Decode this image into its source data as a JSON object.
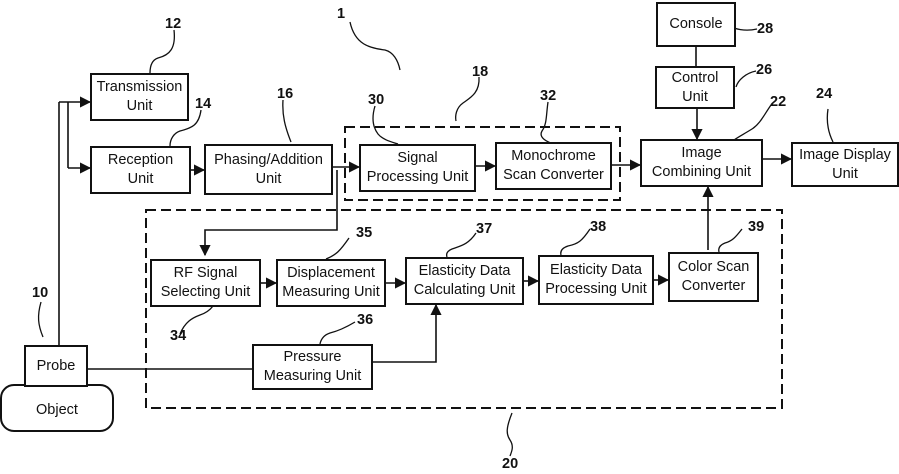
{
  "blocks": {
    "transmission": "Transmission\nUnit",
    "reception": "Reception\nUnit",
    "phasing": "Phasing/Addition\nUnit",
    "signal_processing": "Signal\nProcessing Unit",
    "monochrome": "Monochrome\nScan Converter",
    "console": "Console",
    "control": "Control\nUnit",
    "image_combining": "Image\nCombining Unit",
    "image_display": "Image Display\nUnit",
    "rf_signal": "RF Signal\nSelecting Unit",
    "displacement": "Displacement\nMeasuring Unit",
    "elasticity_calc": "Elasticity Data\nCalculating Unit",
    "elasticity_proc": "Elasticity Data\nProcessing Unit",
    "color_scan": "Color Scan\nConverter",
    "pressure": "Pressure\nMeasuring Unit",
    "probe": "Probe",
    "object": "Object"
  },
  "refs": {
    "system": "1",
    "probe": "10",
    "transmission": "12",
    "reception": "14",
    "phasing": "16",
    "group_b_mode": "18",
    "group_elasticity": "20",
    "image_combining": "22",
    "image_display": "24",
    "control": "26",
    "console": "28",
    "signal_processing": "30",
    "monochrome": "32",
    "rf_signal": "34",
    "displacement": "35",
    "pressure": "36",
    "elasticity_calc": "37",
    "elasticity_proc": "38",
    "color_scan": "39"
  }
}
